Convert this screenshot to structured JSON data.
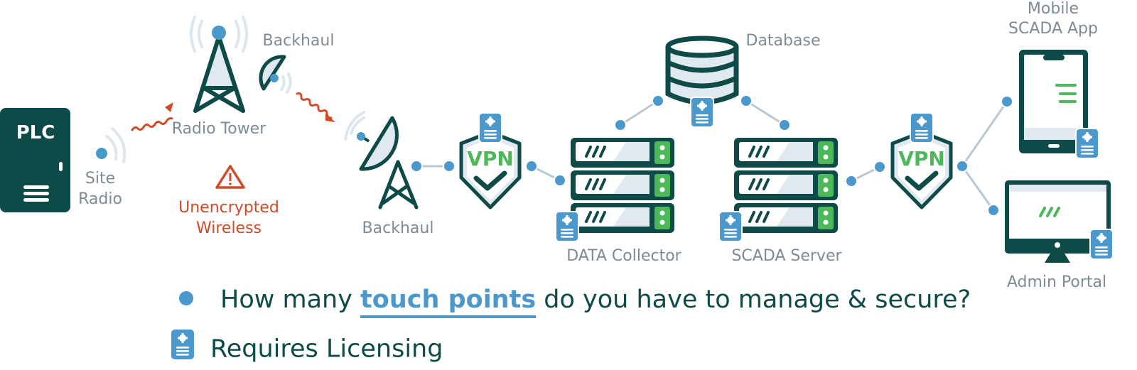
{
  "colors": {
    "dark_teal": "#0d4a48",
    "touch_point_blue": "#4a98cc",
    "warning_red": "#d24a26",
    "vpn_green": "#4cb858",
    "label_gray": "#7d8b96",
    "light_fill": "#e1e9f0",
    "connector_gray": "#b9c8d2"
  },
  "nodes": {
    "plc": {
      "label": "PLC"
    },
    "site_radio": {
      "label_line1": "Site",
      "label_line2": "Radio"
    },
    "radio_tower": {
      "label": "Radio Tower"
    },
    "backhaul_top": {
      "label": "Backhaul"
    },
    "warning": {
      "label_line1": "Unencrypted",
      "label_line2": "Wireless",
      "icon": "warning-triangle-icon"
    },
    "backhaul_dish": {
      "label": "Backhaul"
    },
    "vpn_left": {
      "label": "VPN"
    },
    "database": {
      "label": "Database"
    },
    "data_collector": {
      "label": "DATA Collector"
    },
    "scada_server": {
      "label": "SCADA Server"
    },
    "vpn_right": {
      "label": "VPN"
    },
    "mobile_app": {
      "label_line1": "Mobile",
      "label_line2": "SCADA App"
    },
    "admin_portal": {
      "label": "Admin Portal"
    }
  },
  "legend": {
    "touch_points": {
      "prefix": "How many ",
      "highlight": "touch points",
      "suffix": " do you have to manage & secure?"
    },
    "licensing": {
      "label": "Requires Licensing"
    }
  }
}
